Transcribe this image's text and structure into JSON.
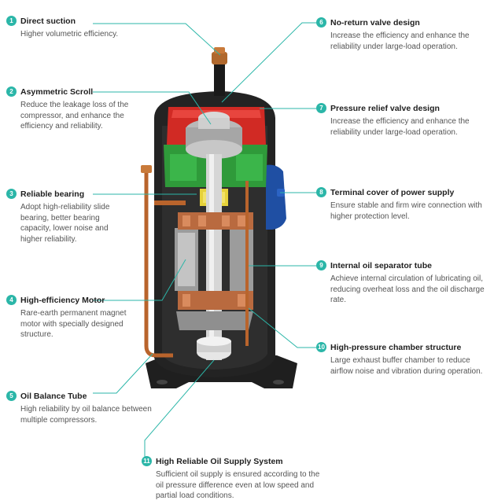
{
  "accent_color": "#2bb6a8",
  "callouts": [
    {
      "num": "1",
      "title": "Direct suction",
      "desc": "Higher volumetric efficiency."
    },
    {
      "num": "2",
      "title": "Asymmetric Scroll",
      "desc": "Reduce the leakage loss of the compressor, and enhance the efficiency and reliability."
    },
    {
      "num": "3",
      "title": "Reliable bearing",
      "desc": "Adopt high-reliability slide bearing, better bearing capacity, lower noise and higher reliability."
    },
    {
      "num": "4",
      "title": "High-efficiency Motor",
      "desc": "Rare-earth permanent magnet motor with specially designed structure."
    },
    {
      "num": "5",
      "title": "Oil Balance Tube",
      "desc": "High reliability by oil balance between multiple compressors."
    },
    {
      "num": "6",
      "title": "No-return valve design",
      "desc": "Increase the efficiency and enhance the reliability under large-load operation."
    },
    {
      "num": "7",
      "title": "Pressure relief valve design",
      "desc": "Increase the efficiency and enhance the reliability under large-load operation."
    },
    {
      "num": "8",
      "title": "Terminal cover of power supply",
      "desc": "Ensure stable and firm wire connection with higher protection level."
    },
    {
      "num": "9",
      "title": "Internal oil separator tube",
      "desc": "Achieve internal circulation of lubricating oil, reducing overheat loss and the oil discharge rate."
    },
    {
      "num": "10",
      "title": "High-pressure chamber structure",
      "desc": "Large exhaust buffer chamber to reduce airflow noise and vibration during operation."
    },
    {
      "num": "11",
      "title": "High Reliable Oil Supply System",
      "desc": "Sufficient oil supply is ensured according to the oil pressure difference even at low speed and partial load conditions."
    }
  ]
}
